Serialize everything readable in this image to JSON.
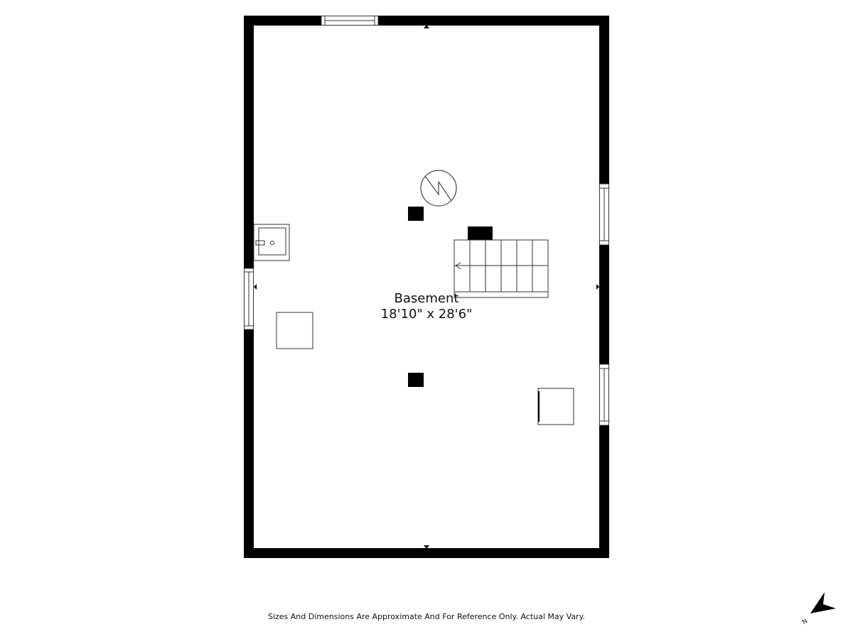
{
  "floorplan": {
    "room": {
      "name": "Basement",
      "dimensions": "18'10\" x 28'6\""
    },
    "disclaimer": "Sizes And Dimensions Are Approximate And For Reference Only. Actual May Vary.",
    "compass": {
      "label": "N"
    },
    "fixtures": [
      {
        "type": "water-heater"
      },
      {
        "type": "sink"
      },
      {
        "type": "stairs"
      },
      {
        "type": "support-column"
      },
      {
        "type": "support-column"
      },
      {
        "type": "appliance-box"
      },
      {
        "type": "appliance-box"
      }
    ],
    "colors": {
      "wall": "#000000",
      "background": "#ffffff",
      "line": "#222222"
    }
  }
}
